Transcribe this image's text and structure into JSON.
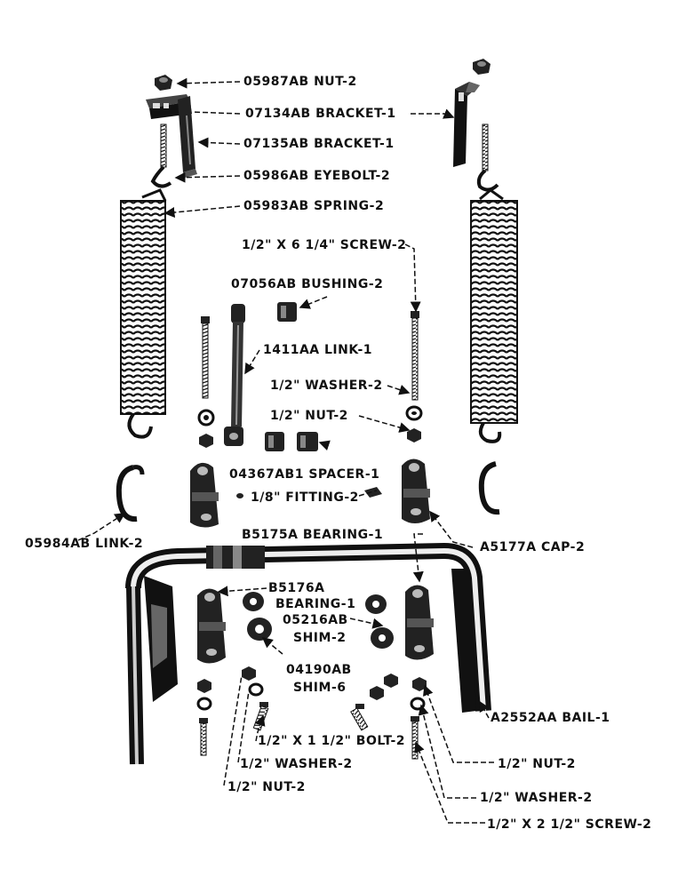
{
  "diagram": {
    "labels": {
      "nut_top": "05987AB NUT-2",
      "bracket_07134": "07134AB BRACKET-1",
      "bracket_07135": "07135AB BRACKET-1",
      "eyebolt": "05986AB EYEBOLT-2",
      "spring": "05983AB SPRING-2",
      "screw_6_1_4": "1/2\" X 6 1/4\" SCREW-2",
      "bushing": "07056AB BUSHING-2",
      "link_1411": "1411AA LINK-1",
      "washer_upper": "1/2\" WASHER-2",
      "nut_upper": "1/2\" NUT-2",
      "spacer": "04367AB1 SPACER-1",
      "fitting": "1/8\" FITTING-2",
      "link_05984": "05984AB LINK-2",
      "bearing_b5175": "B5175A BEARING-1",
      "cap": "A5177A CAP-2",
      "bearing_b5176_line1": "B5176A",
      "bearing_b5176_line2": "BEARING-1",
      "shim_05216_line1": "05216AB",
      "shim_05216_line2": "SHIM-2",
      "shim_04190_line1": "04190AB",
      "shim_04190_line2": "SHIM-6",
      "bail": "A2552AA BAIL-1",
      "bolt_1_1_2": "1/2\" X 1 1/2\" BOLT-2",
      "washer_lower_left": "1/2\" WASHER-2",
      "nut_lower_left": "1/2\" NUT-2",
      "nut_lower_right": "1/2\" NUT-2",
      "washer_lower_right": "1/2\" WASHER-2",
      "screw_2_1_2": "1/2\" X 2 1/2\" SCREW-2"
    }
  }
}
